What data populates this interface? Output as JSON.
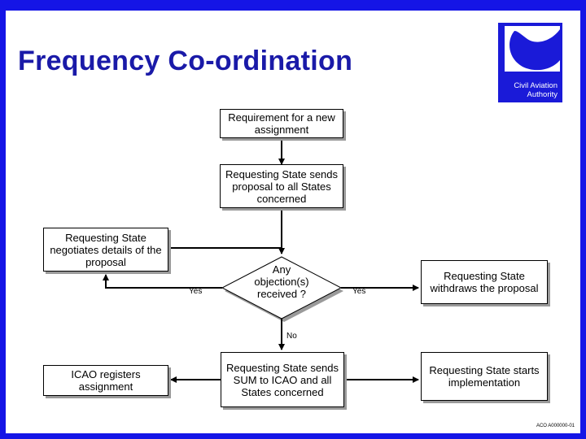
{
  "slide": {
    "title": "Frequency Co-ordination",
    "logo": {
      "line1": "Civil Aviation",
      "line2": "Authority"
    },
    "reference": "ACO A000000-01"
  },
  "flowchart": {
    "nodes": {
      "requirement": "Requirement for a new assignment",
      "proposal": "Requesting State sends proposal to all States concerned",
      "negotiate": "Requesting State negotiates details of the proposal",
      "decision": "Any objection(s) received ?",
      "withdraw": "Requesting State withdraws the proposal",
      "icao_register": "ICAO registers assignment",
      "send_sum": "Requesting State sends SUM to ICAO and all States concerned",
      "implement": "Requesting State starts implementation"
    },
    "edge_labels": {
      "yes_left": "Yes",
      "yes_right": "Yes",
      "no": "No"
    }
  },
  "colors": {
    "frame": "#1515e6",
    "title": "#1a1aa8",
    "logo": "#1a1ad8"
  }
}
